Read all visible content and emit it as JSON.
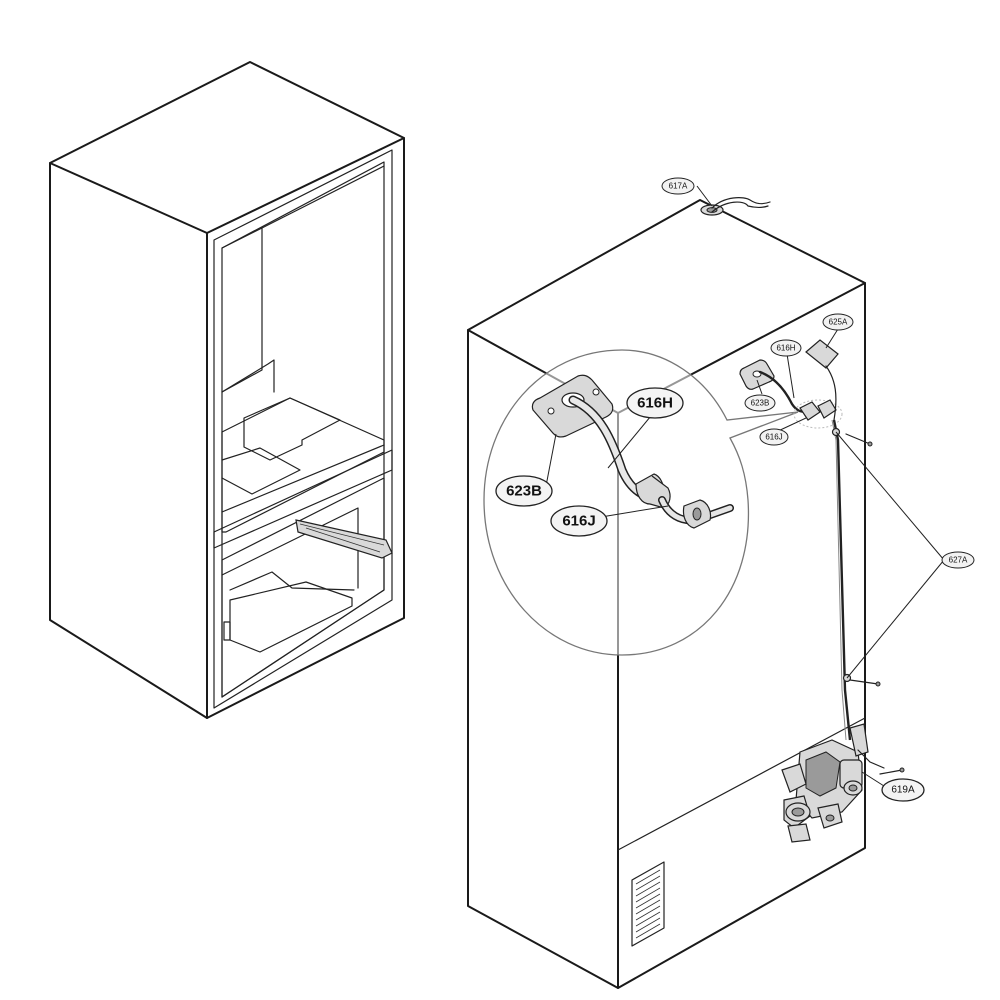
{
  "callouts": {
    "c617A": "617A",
    "c625A": "625A",
    "c616H_small": "616H",
    "c623B_small": "623B",
    "c616J_small": "616J",
    "c627A": "627A",
    "c619A": "619A",
    "c616H_zoom": "616H",
    "c623B_zoom": "623B",
    "c616J_zoom": "616J"
  }
}
